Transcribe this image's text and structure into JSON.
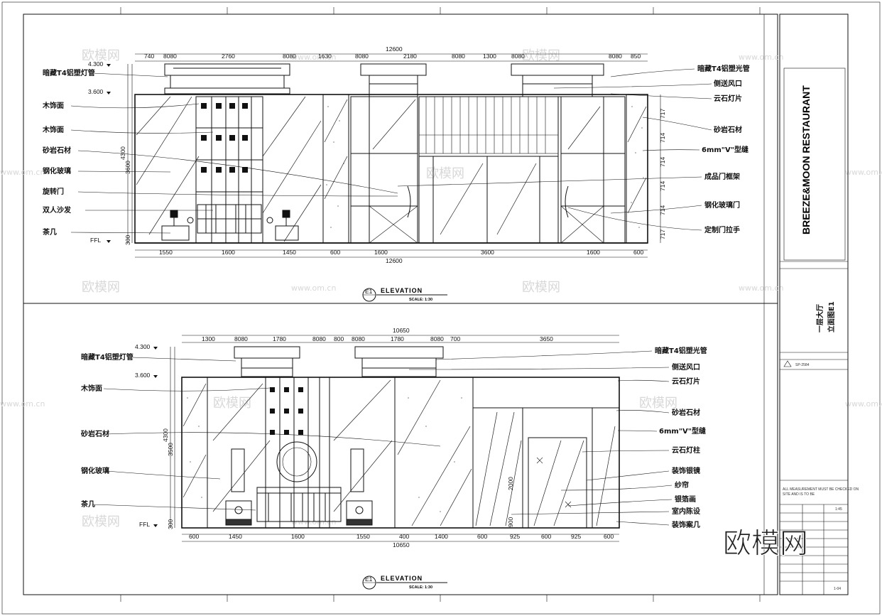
{
  "project": {
    "name": "BREEZE&MOON RESTAURANT",
    "drawing_title_line1": "一层大厅",
    "drawing_title_line2": "立面图E1"
  },
  "elevation_top": {
    "title": "ELEVATION",
    "scale": "SCALE: 1:30",
    "tag": "E1",
    "overall_dim_top": "12600",
    "overall_dim_bottom": "12600",
    "top_dims": [
      "740",
      "8080",
      "2760",
      "8080",
      "1630",
      "8080",
      "2180",
      "8080",
      "1300",
      "8080",
      "8080",
      "850"
    ],
    "bottom_dims": [
      "1550",
      "1600",
      "1450",
      "600",
      "1600",
      "3600",
      "1600",
      "600"
    ],
    "level_marks": [
      "4.300",
      "3.600",
      "FFL"
    ],
    "height_dims": [
      "4300",
      "3600",
      "300"
    ],
    "right_height_dims": [
      "717",
      "714",
      "714",
      "714",
      "714",
      "717"
    ],
    "labels_left": [
      "暗藏T4铝塑灯管",
      "木饰面",
      "木饰面",
      "砂岩石材",
      "钢化玻璃",
      "旋转门",
      "双人沙发",
      "茶几"
    ],
    "labels_right": [
      "暗藏T4铝塑光管",
      "侧送风口",
      "云石灯片",
      "砂岩石材",
      "6mm\"V\"型缝",
      "成品门框架",
      "钢化玻璃门",
      "定制门拉手"
    ]
  },
  "elevation_bottom": {
    "title": "ELEVATION",
    "scale": "SCALE: 1:30",
    "tag": "E1",
    "overall_dim_top": "10650",
    "overall_dim_bottom": "10650",
    "top_dims": [
      "1300",
      "8080",
      "1780",
      "8080",
      "800",
      "8080",
      "1780",
      "8080",
      "700",
      "3650"
    ],
    "bottom_dims": [
      "600",
      "1450",
      "1600",
      "1550",
      "400",
      "1400",
      "600",
      "925",
      "600",
      "925",
      "600"
    ],
    "level_marks": [
      "4.300",
      "3.600",
      "FFL"
    ],
    "height_dims": [
      "4300",
      "3500",
      "300"
    ],
    "inner_dims": [
      "2000",
      "900"
    ],
    "labels_left": [
      "暗藏T4铝塑灯管",
      "木饰面",
      "砂岩石材",
      "钢化玻璃",
      "茶几"
    ],
    "labels_right": [
      "暗藏T4铝塑光管",
      "侧送风口",
      "云石灯片",
      "砂岩石材",
      "6mm\"V\"型缝",
      "云石灯柱",
      "装饰银镜",
      "纱帘",
      "银箔画",
      "室内陈设",
      "装饰案几"
    ]
  },
  "watermarks": {
    "brand": "欧模网",
    "url": "www.om.cn"
  },
  "title_block": {
    "notes": [
      "ALL MEASUREMENT MUST BE CHECKED ON",
      "SITE AND IS TO BE"
    ],
    "project_no": "SP-2584",
    "sheet_no": "1-04",
    "scale": "1:45"
  }
}
